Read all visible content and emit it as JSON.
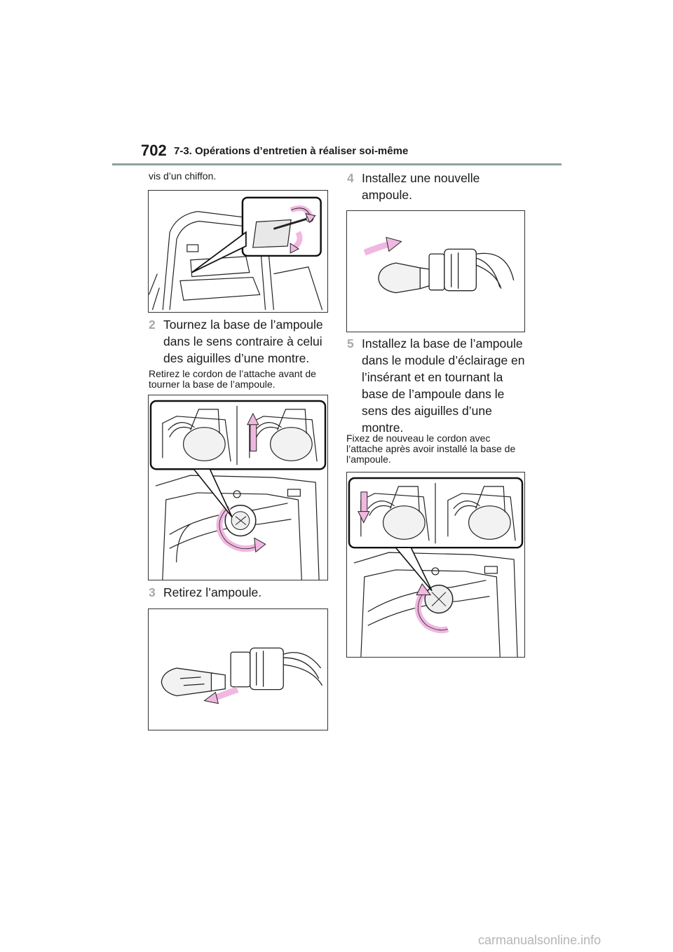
{
  "header": {
    "page_number": "702",
    "section_title": "7-3. Opérations d’entretien à réaliser soi-même"
  },
  "left_column": {
    "intro": "vis d’un chiffon.",
    "step2": {
      "number": "2",
      "text": "Tournez la base de l’ampoule dans le sens contraire à celui des aiguilles d’une montre."
    },
    "note2": "Retirez le cordon de l’attache avant de tourner la base de l’ampoule.",
    "step3": {
      "number": "3",
      "text": "Retirez l’ampoule."
    }
  },
  "right_column": {
    "step4": {
      "number": "4",
      "text": "Installez une nouvelle ampoule."
    },
    "step5": {
      "number": "5",
      "text": "Installez la base de l’ampoule dans le module d’éclairage en l’insérant et en tournant la base de l’ampoule dans le sens des aiguilles d’une montre."
    },
    "note5": "Fixez de nouveau le cordon avec l’attache après avoir installé la base de l’ampoule."
  },
  "footer": {
    "watermark": "carmanualsonline.info"
  },
  "colors": {
    "arrow": "#f0b8e0",
    "outline": "#222222",
    "rule": "#8fa0a0",
    "step_number": "#a8a8a8"
  }
}
